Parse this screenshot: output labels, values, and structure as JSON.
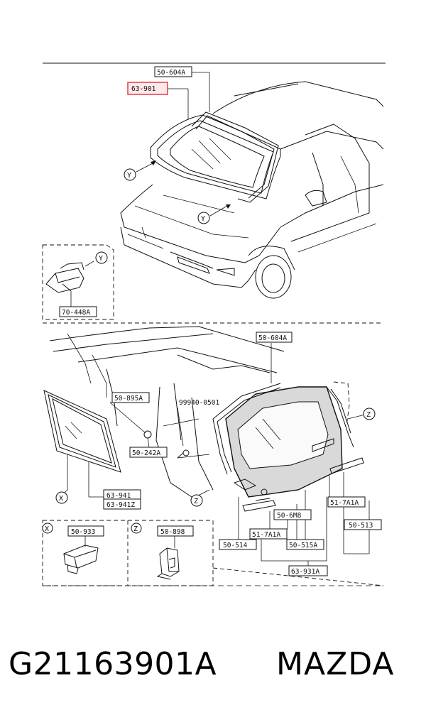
{
  "labels": {
    "windshield_molding": "50-604A",
    "windshield_glass": "63-901",
    "clip_part": "70-448A",
    "liftgate_molding": "50-604A",
    "quarter_molding": "50-895A",
    "fastener_code": "99940-0501",
    "quarter_clip": "50-242A",
    "quarter_glass_a": "63-941",
    "quarter_glass_b": "63-941Z",
    "garnish_a": "51-7A1A",
    "garnish_center": "50-6M8",
    "liftgate_molding_side": "50-513",
    "garnish_b": "51-7A1A",
    "liftgate_lower": "50-514",
    "liftgate_strip": "50-515A",
    "liftgate_glass": "63-931A",
    "detail_x_part": "50-933",
    "detail_z_part": "50-898"
  },
  "callouts": {
    "y": "Y",
    "x": "X",
    "z": "Z"
  },
  "caption": {
    "part_number": "G21163901A",
    "brand": "MAZDA"
  },
  "colors": {
    "highlight": "#e0303a",
    "ink": "#111111"
  }
}
